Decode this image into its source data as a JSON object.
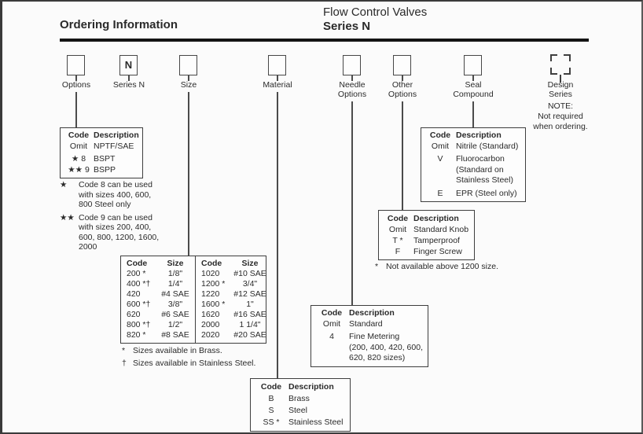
{
  "header": {
    "section_title": "Ordering Information",
    "product_line": "Flow Control Valves",
    "series": "Series N"
  },
  "fields": {
    "options": {
      "label": "Options",
      "box_value": ""
    },
    "series_n": {
      "label": "Series N",
      "box_value": "N"
    },
    "size": {
      "label": "Size",
      "box_value": ""
    },
    "material": {
      "label": "Material",
      "box_value": ""
    },
    "needle": {
      "label": "Needle Options",
      "box_value": ""
    },
    "other": {
      "label": "Other Options",
      "box_value": ""
    },
    "seal": {
      "label": "Seal Compound",
      "box_value": ""
    },
    "design": {
      "label": "Design Series",
      "note": "NOTE:\nNot required\nwhen ordering."
    }
  },
  "tables": {
    "options": {
      "headers": [
        "Code",
        "Description"
      ],
      "rows": [
        [
          "Omit",
          "NPTF/SAE"
        ],
        [
          "★ 8",
          "BSPT"
        ],
        [
          "★★ 9",
          "BSPP"
        ]
      ],
      "footnotes": [
        {
          "marker": "★",
          "text": "Code 8 can be used\nwith sizes 400, 600,\n800 Steel only"
        },
        {
          "marker": "★★",
          "text": "Code 9 can be used\nwith sizes 200, 400,\n600, 800, 1200, 1600,\n2000"
        }
      ]
    },
    "size": {
      "left": {
        "headers": [
          "Code",
          "Size"
        ],
        "rows": [
          [
            "200 *",
            "1/8\""
          ],
          [
            "400 *†",
            "1/4\""
          ],
          [
            "420",
            "#4 SAE"
          ],
          [
            "600 *†",
            "3/8\""
          ],
          [
            "620",
            "#6 SAE"
          ],
          [
            "800 *†",
            "1/2\""
          ],
          [
            "820 *",
            "#8 SAE"
          ]
        ]
      },
      "right": {
        "headers": [
          "Code",
          "Size"
        ],
        "rows": [
          [
            "1020",
            "#10 SAE"
          ],
          [
            "1200 *",
            "3/4\""
          ],
          [
            "1220",
            "#12 SAE"
          ],
          [
            "1600 *",
            "1\""
          ],
          [
            "1620",
            "#16 SAE"
          ],
          [
            "2000",
            "1 1/4\""
          ],
          [
            "2020",
            "#20 SAE"
          ]
        ]
      },
      "footnotes": [
        {
          "marker": "*",
          "text": "Sizes available in Brass."
        },
        {
          "marker": "†",
          "text": "Sizes available in Stainless Steel."
        }
      ]
    },
    "material": {
      "headers": [
        "Code",
        "Description"
      ],
      "rows": [
        [
          "B",
          "Brass"
        ],
        [
          "S",
          "Steel"
        ],
        [
          "SS *",
          "Stainless Steel"
        ]
      ]
    },
    "needle": {
      "headers": [
        "Code",
        "Description"
      ],
      "rows": [
        [
          "Omit",
          "Standard"
        ],
        [
          "4",
          "Fine Metering\n(200, 400, 420, 600,\n620, 820 sizes)"
        ]
      ]
    },
    "other": {
      "headers": [
        "Code",
        "Description"
      ],
      "rows": [
        [
          "Omit",
          "Standard Knob"
        ],
        [
          "T *",
          "Tamperproof"
        ],
        [
          "F",
          "Finger Screw"
        ]
      ],
      "footnote": {
        "marker": "*",
        "text": "Not available above 1200 size."
      }
    },
    "seal": {
      "headers": [
        "Code",
        "Description"
      ],
      "rows": [
        [
          "Omit",
          "Nitrile (Standard)"
        ],
        [
          "V",
          "Fluorocarbon\n(Standard on\nStainless Steel)"
        ],
        [
          "E",
          "EPR (Steel only)"
        ]
      ]
    }
  }
}
